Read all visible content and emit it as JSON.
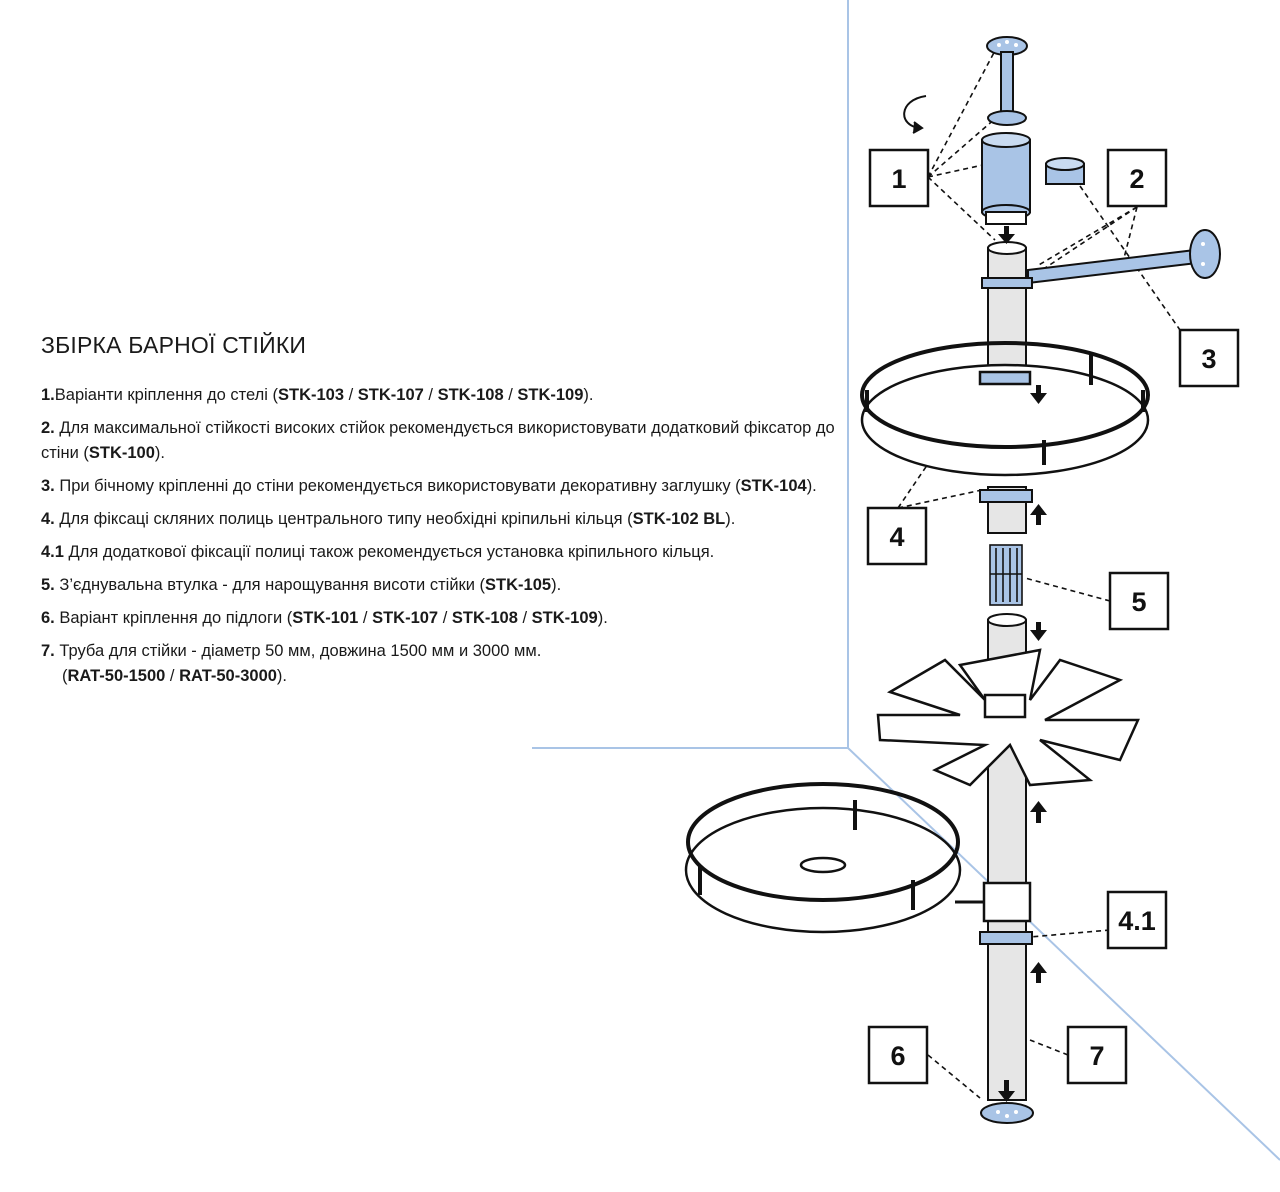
{
  "title": "ЗБІРКА БАРНОЇ СТІЙКИ",
  "colors": {
    "accent": "#a9c4e6",
    "accent_dark": "#8aaed8",
    "line": "#111111",
    "wall": "#a9c4e6"
  },
  "instructions": [
    {
      "num": "1.",
      "parts": [
        "Варіанти кріплення до стелі (",
        "STK-103",
        " / ",
        "STK-107",
        " / ",
        "STK-108",
        " / ",
        "STK-109",
        ")."
      ]
    },
    {
      "num": "2.",
      "parts": [
        " Для максимальної стійкості високих стійок рекомендується використовувати додатковий фіксатор до стіни (",
        "STK-100",
        ")."
      ]
    },
    {
      "num": "3.",
      "parts": [
        " При бічному кріпленні до стіни рекомендується використовувати декоративну заглушку (",
        "STK-104",
        ")."
      ]
    },
    {
      "num": "4.",
      "parts": [
        " Для фіксаці скляних полиць центрального типу необхідні кріпильні кільця (",
        "STK-102 BL",
        ")."
      ]
    },
    {
      "num": "4.1",
      "parts": [
        " Для додаткової фіксації полиці також рекомендується установка кріпильного кільця."
      ]
    },
    {
      "num": "5.",
      "parts": [
        " З’єднувальна втулка - для нарощування висоти стійки (",
        "STK-105",
        ")."
      ]
    },
    {
      "num": "6.",
      "parts": [
        " Варіант кріплення до підлоги (",
        "STK-101",
        " / ",
        "STK-107",
        " / ",
        "STK-108",
        " / ",
        "STK-109",
        ")."
      ]
    },
    {
      "num": "7.",
      "parts": [
        " Труба для стійки - діаметр 50 мм, довжина 1500 мм и 3000 мм."
      ],
      "line2": [
        "(",
        "RAT-50-1500",
        " / ",
        "RAT-50-3000",
        ")."
      ]
    }
  ],
  "callouts": {
    "c1": "1",
    "c2": "2",
    "c3": "3",
    "c4": "4",
    "c5": "5",
    "c41": "4.1",
    "c6": "6",
    "c7": "7"
  }
}
